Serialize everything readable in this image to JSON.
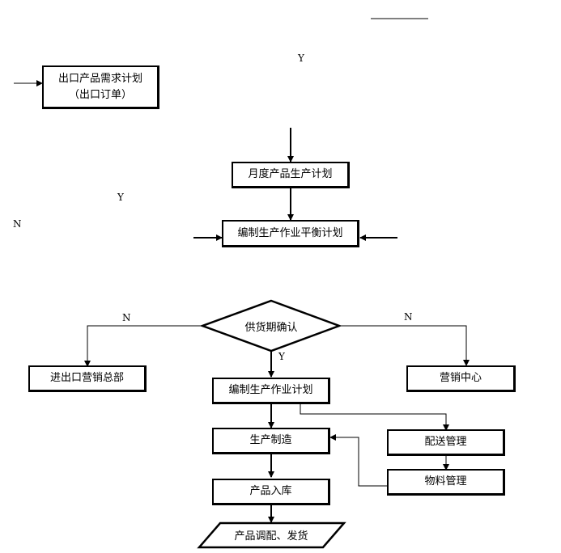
{
  "boxes": {
    "export_demand": {
      "line1": "出口产品需求计划",
      "line2": "（出口订单）"
    },
    "monthly_plan": "月度产品生产计划",
    "balance_plan": "编制生产作业平衡计划",
    "decision": "供货期确认",
    "import_export_hq": "进出口营销总部",
    "marketing_center": "营销中心",
    "production_plan": "编制生产作业计划",
    "manufacturing": "生产制造",
    "distribution": "配送管理",
    "materials": "物料管理",
    "warehousing": "产品入库",
    "dispatch": "产品调配、发货"
  },
  "labels": {
    "y_top": "Y",
    "y_mid": "Y",
    "n_mid": "N",
    "n_left": "N",
    "n_right": "N",
    "y_decision": "Y"
  }
}
